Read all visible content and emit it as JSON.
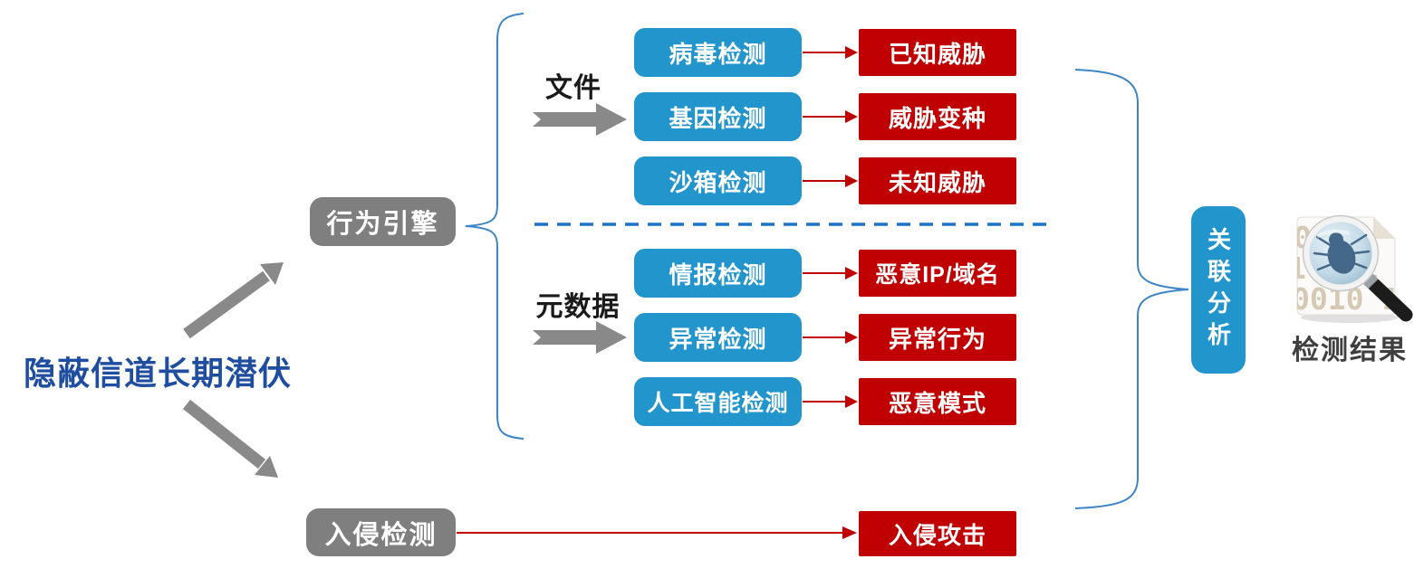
{
  "diagram": {
    "title": "隐蔽信道长期潜伏",
    "behavior_engine": "行为引擎",
    "intrusion_engine": "入侵检测",
    "groups": [
      {
        "input": "文件",
        "rows": [
          {
            "detector": "病毒检测",
            "result": "已知威胁"
          },
          {
            "detector": "基因检测",
            "result": "威胁变种"
          },
          {
            "detector": "沙箱检测",
            "result": "未知威胁"
          }
        ]
      },
      {
        "input": "元数据",
        "rows": [
          {
            "detector": "情报检测",
            "result": "恶意IP/域名"
          },
          {
            "detector": "异常检测",
            "result": "异常行为"
          },
          {
            "detector": "人工智能检测",
            "result": "恶意模式"
          }
        ]
      }
    ],
    "intrusion_result": "入侵攻击",
    "analysis": "关联分析",
    "result_label": "检测结果",
    "icon": {
      "name": "bug-scan-document-icon",
      "binary_lines": [
        "01 0",
        "1 0 1",
        "0010 1"
      ]
    },
    "colors": {
      "detector_blue": "#2395cd",
      "result_red": "#c00000",
      "engine_gray": "#7f7f7f",
      "arrow_gray": "#898989",
      "arrow_red": "#c00000",
      "separator_blue": "#1e73c8",
      "brace_blue": "#3d85c6",
      "title_blue": "#1f4ea0",
      "result_text": "#3f3f3f"
    }
  }
}
